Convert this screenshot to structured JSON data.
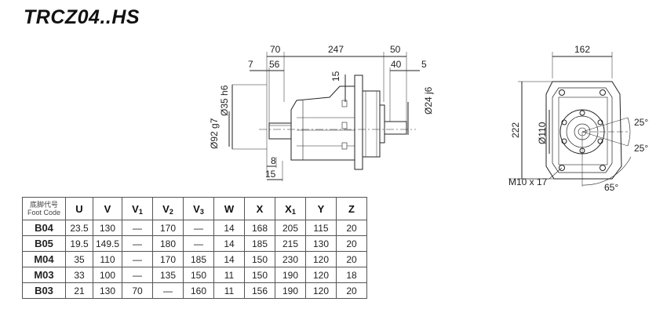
{
  "title": "TRCZ04..HS",
  "side_view": {
    "dims": {
      "d70": "70",
      "d247": "247",
      "d50": "50",
      "d7": "7",
      "d56": "56",
      "d40": "40",
      "d5": "5",
      "d15_top": "15",
      "d35": "Ø35 h6",
      "d24": "Ø24 j6",
      "d92": "Ø92 g7",
      "d8": "8",
      "d15_bottom": "15"
    }
  },
  "front_view": {
    "dims": {
      "d162": "162",
      "d222": "222",
      "d110": "Ø110",
      "a25_top": "25°",
      "a25_bottom": "25°",
      "a65": "65°",
      "thread": "M10 x 17"
    }
  },
  "table": {
    "header_cn": "底脚代号",
    "header_en": "Foot Code",
    "columns": [
      {
        "base": "U",
        "sub": ""
      },
      {
        "base": "V",
        "sub": ""
      },
      {
        "base": "V",
        "sub": "1"
      },
      {
        "base": "V",
        "sub": "2"
      },
      {
        "base": "V",
        "sub": "3"
      },
      {
        "base": "W",
        "sub": ""
      },
      {
        "base": "X",
        "sub": ""
      },
      {
        "base": "X",
        "sub": "1"
      },
      {
        "base": "Y",
        "sub": ""
      },
      {
        "base": "Z",
        "sub": ""
      }
    ],
    "rows": [
      {
        "code": "B04",
        "cells": [
          "23.5",
          "130",
          "—",
          "170",
          "—",
          "14",
          "168",
          "205",
          "115",
          "20"
        ]
      },
      {
        "code": "B05",
        "cells": [
          "19.5",
          "149.5",
          "—",
          "180",
          "—",
          "14",
          "185",
          "215",
          "130",
          "20"
        ]
      },
      {
        "code": "M04",
        "cells": [
          "35",
          "110",
          "—",
          "170",
          "185",
          "14",
          "150",
          "230",
          "120",
          "20"
        ]
      },
      {
        "code": "M03",
        "cells": [
          "33",
          "100",
          "—",
          "135",
          "150",
          "11",
          "150",
          "190",
          "120",
          "18"
        ]
      },
      {
        "code": "B03",
        "cells": [
          "21",
          "130",
          "70",
          "—",
          "160",
          "11",
          "156",
          "190",
          "120",
          "20"
        ]
      }
    ]
  }
}
